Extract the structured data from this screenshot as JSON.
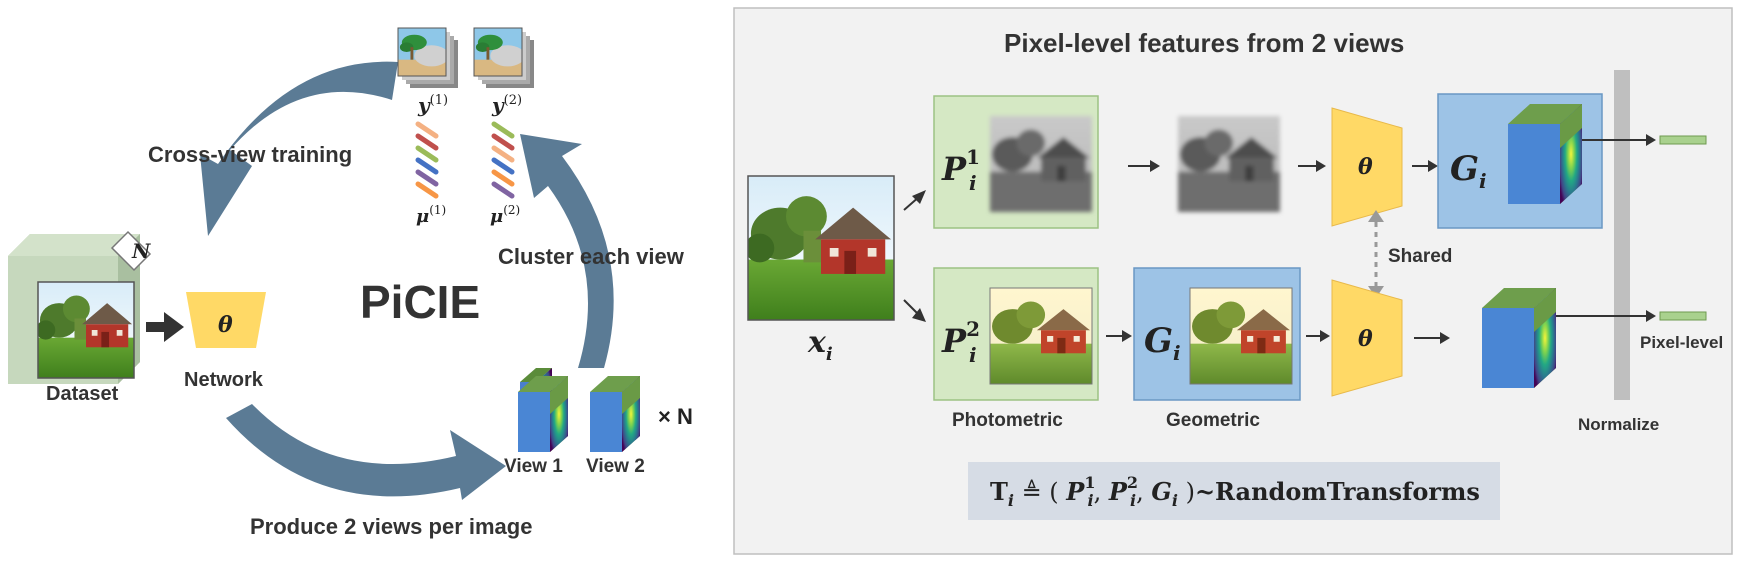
{
  "left": {
    "title": "PiCIE",
    "cross_view_training": "Cross-view training",
    "cluster_each_view": "Cluster each view",
    "produce_views": "Produce 2 views per image",
    "dataset_label": "Dataset",
    "network_label": "Network",
    "n_label": "N",
    "theta": "θ",
    "y1_main": "y",
    "y1_sup": "(1)",
    "y2_main": "y",
    "y2_sup": "(2)",
    "mu1_main": "μ",
    "mu1_sup": "(1)",
    "mu2_main": "μ",
    "mu2_sup": "(2)",
    "view1": "View 1",
    "view2": "View 2",
    "times_n": "× N"
  },
  "right": {
    "title": "Pixel-level features from 2 views",
    "x_main": "x",
    "x_sub": "i",
    "p1_main": "P",
    "p1_sup": "1",
    "p1_sub": "i",
    "p2_main": "P",
    "p2_sup": "2",
    "p2_sub": "i",
    "g_main": "G",
    "g_sub": "i",
    "theta": "θ",
    "shared": "Shared",
    "photometric": "Photometric",
    "geometric": "Geometric",
    "normalize": "Normalize",
    "pixel_level": "Pixel-level",
    "formula_t": "T",
    "formula_i": "i",
    "formula_def": " ≜ ( ",
    "formula_p": "P",
    "formula_comma": ", ",
    "formula_close": " )",
    "formula_tail": "~RandomTransforms",
    "formula_sup1": "1",
    "formula_sup2": "2"
  },
  "colors": {
    "arrow": "#5b7b95",
    "theta_fill": "#ffd966",
    "green_box": "#d5e8c4",
    "blue_box": "#9dc3e6",
    "panel_bg": "#f2f2f2",
    "formula_bg": "#d6dce5"
  }
}
